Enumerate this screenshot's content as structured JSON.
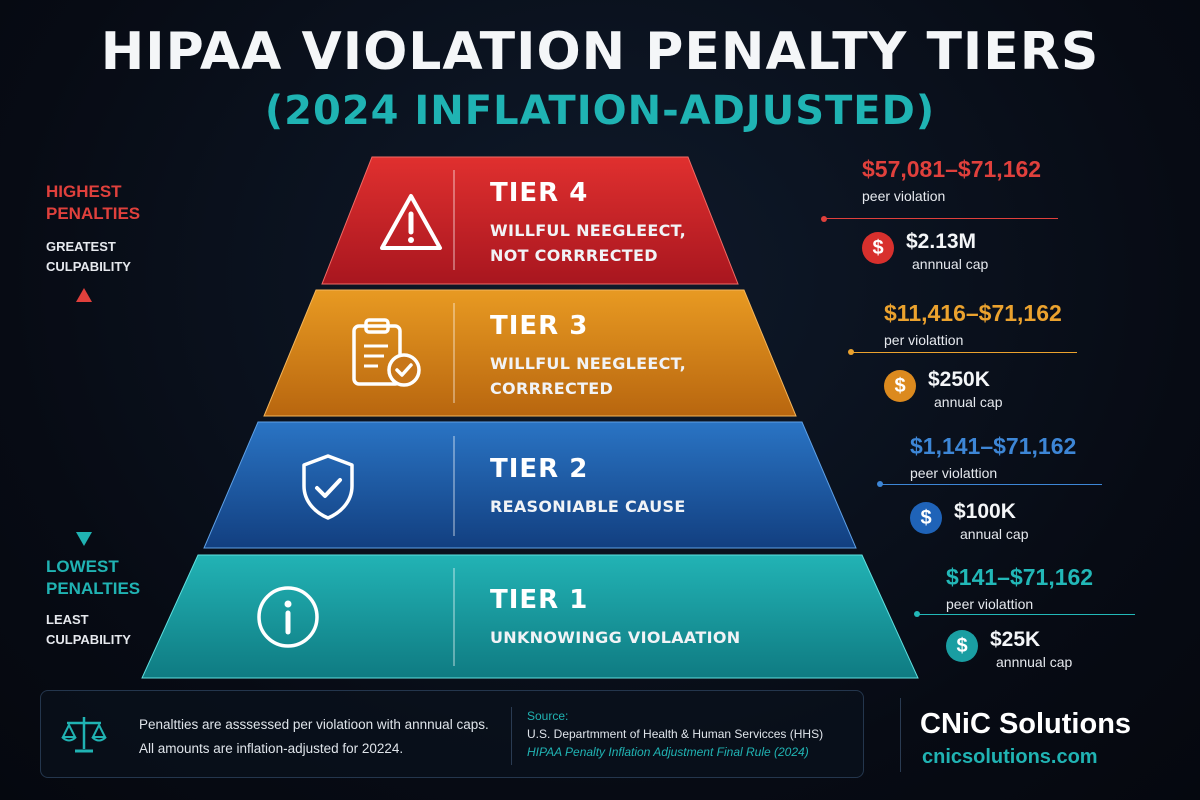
{
  "header": {
    "title": "HIPAA VIOLATION PENALTY TIERS",
    "subtitle": "(2024 INFLATION-ADJUSTED)"
  },
  "scale": {
    "top_label": "HIGHEST PENALTIES",
    "top_sub": "GREATEST CULPABILITY",
    "bottom_label": "LOWEST PENALTIES",
    "bottom_sub": "LEAST CULPABILITY"
  },
  "tiers": [
    {
      "name": "TIER 4",
      "description_line1": "WILLFUL NEEGLEECT,",
      "description_line2": "NOT CORRRECTED",
      "icon": "warning-triangle-icon",
      "color": "#c8252c",
      "per_violation_range": "$57,081–$71,162",
      "per_violation_label": "peer violation",
      "annual_cap": "$2.13M",
      "annual_cap_label": "annnual cap"
    },
    {
      "name": "TIER 3",
      "description_line1": "WILLFUL NEEGLEECT,",
      "description_line2": "CORRRECTED",
      "icon": "clipboard-check-icon",
      "color": "#d9861a",
      "per_violation_range": "$11,416–$71,162",
      "per_violation_label": "per violattion",
      "annual_cap": "$250K",
      "annual_cap_label": "annual cap"
    },
    {
      "name": "TIER 2",
      "description_line1": "REASONIABLE CAUSE",
      "description_line2": "",
      "icon": "shield-check-icon",
      "color": "#1f5fae",
      "per_violation_range": "$1,141–$71,162",
      "per_violation_label": "peer violattion",
      "annual_cap": "$100K",
      "annual_cap_label": "annual cap"
    },
    {
      "name": "TIER 1",
      "description_line1": "UNKNOWINGG VIOLAATION",
      "description_line2": "",
      "icon": "info-circle-icon",
      "color": "#19a0a6",
      "per_violation_range": "$141–$71,162",
      "per_violation_label": "peer violattion",
      "annual_cap": "$25K",
      "annual_cap_label": "annnual cap"
    }
  ],
  "footer": {
    "note_line1": "Penaltties are asssessed per violatioon with annnual caps.",
    "note_line2": "All amounts are inflation-adjusted for 20224.",
    "source_label": "Source:",
    "source_line1": "U.S. Departmment of Health & Human Servicces (HHS)",
    "source_line2": "HIPAA Penalty Inflation Adjustment Final Rule (2024)",
    "icon": "scales-icon"
  },
  "brand": {
    "name": "CNiC Solutions",
    "url": "cnicsolutions.com"
  },
  "colors": {
    "accent_teal": "#20b3b3",
    "tier4_red": "#c8252c",
    "tier3_orange": "#d9861a",
    "tier2_blue": "#1f5fae",
    "tier1_teal": "#19a0a6"
  }
}
